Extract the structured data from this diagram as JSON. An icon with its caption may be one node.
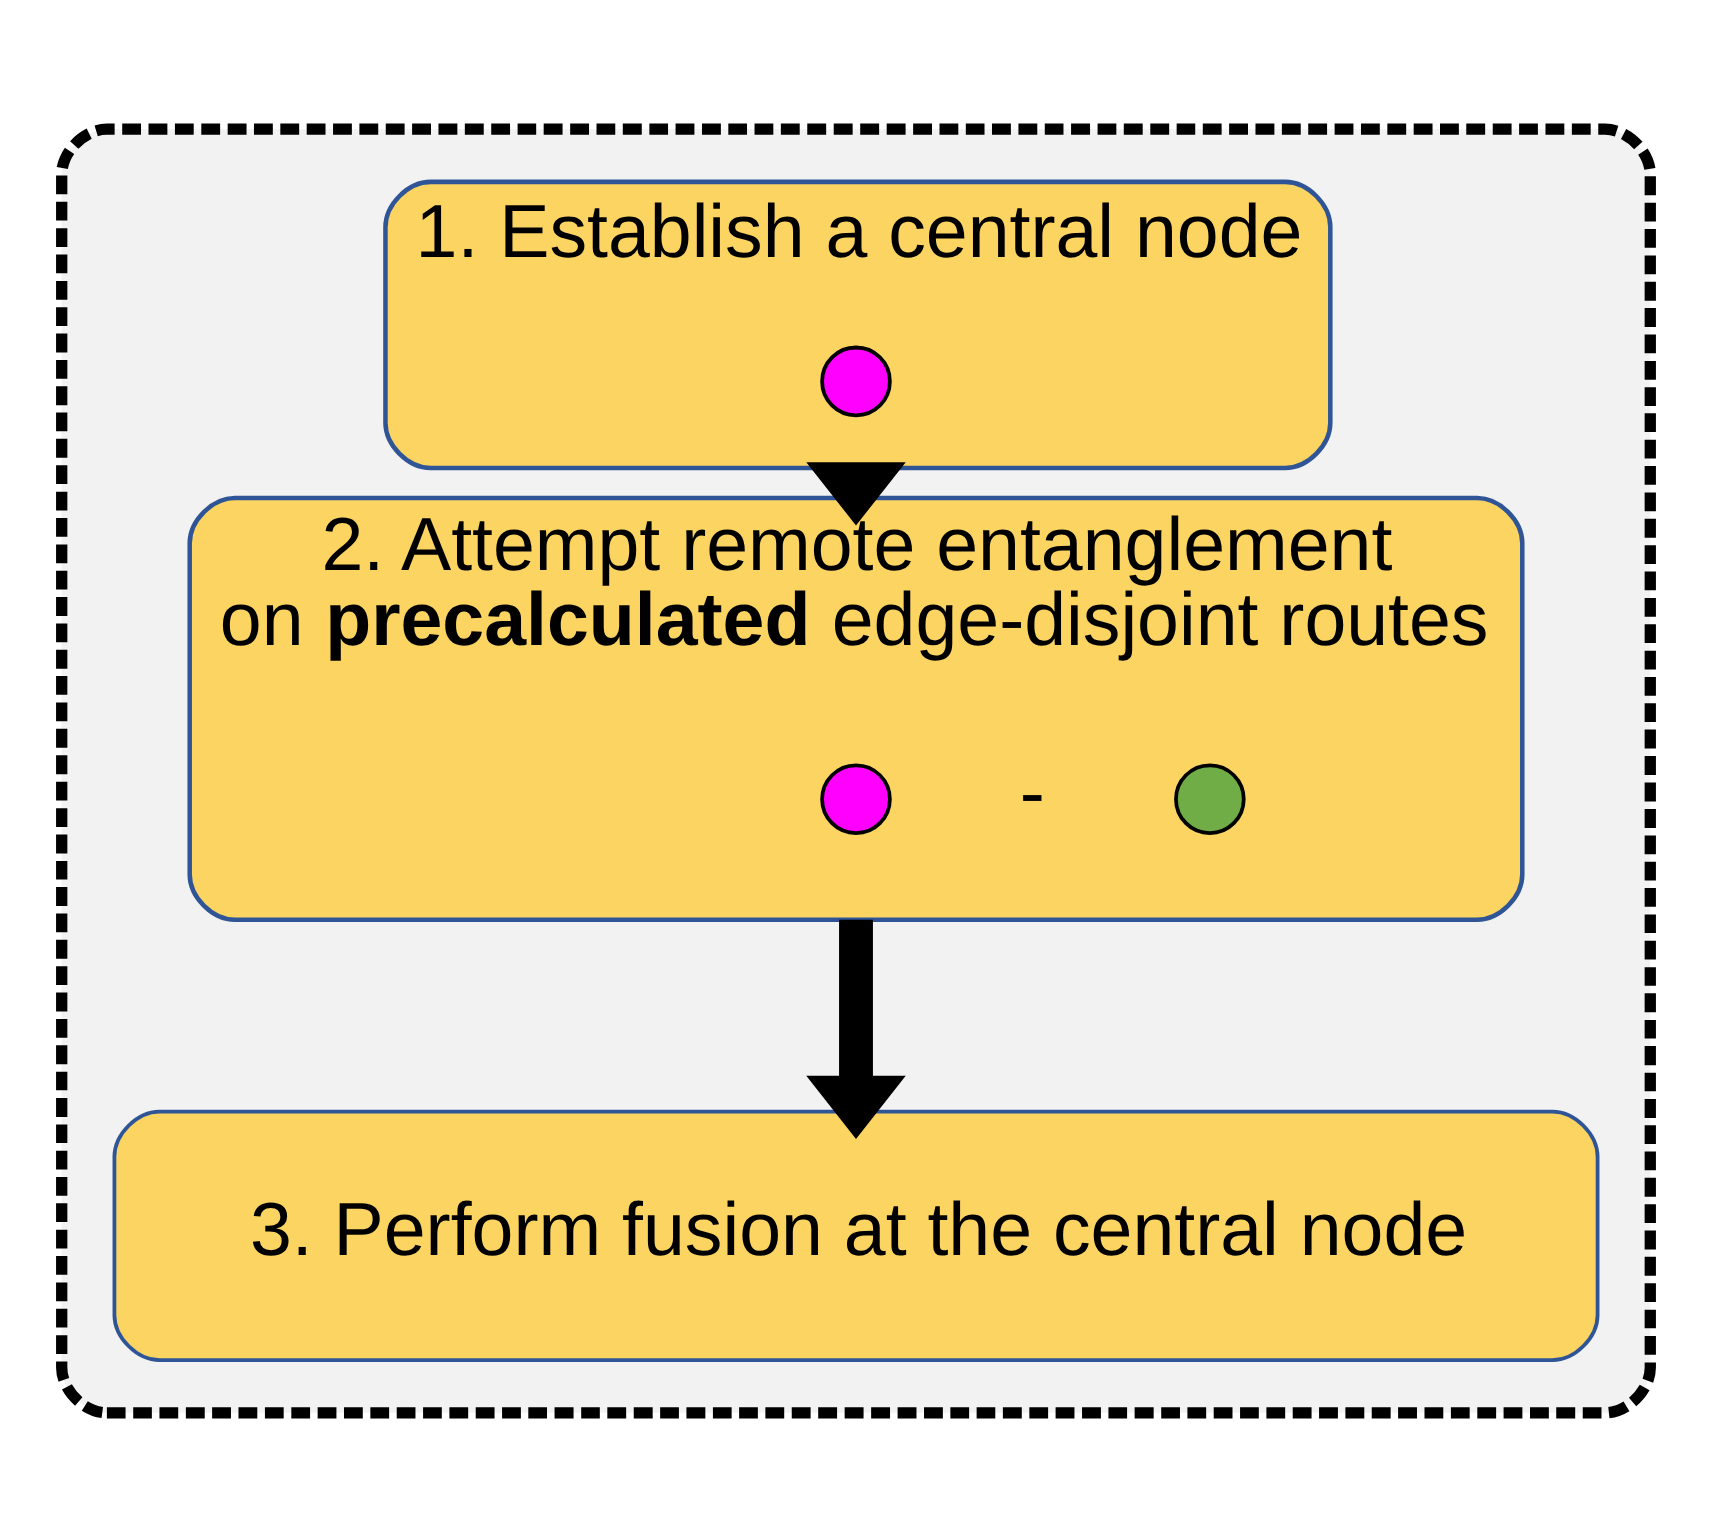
{
  "diagram": {
    "nodes": [
      {
        "text": [],
        "shape": "box"
      },
      {
        "text": [
          "1. Establish a central node"
        ],
        "in": 0
      },
      {
        "text": [],
        "shape": "circle",
        "in": 1
      },
      {
        "text": [
          "2. Attempt remote entanglement",
          "on **precalculated** edge-disjoint routes"
        ],
        "in": 0
      },
      {
        "text": [],
        "shape": "circle",
        "in": 3
      },
      {
        "text": [],
        "shape": "circle",
        "in": 3
      },
      {
        "text": [
          "3. Perform fusion at the central node"
        ],
        "in": 0
      }
    ],
    "edges": [
      {
        "from": 1,
        "to": 3,
        "arrow": "to"
      },
      {
        "from": 3,
        "to": 6,
        "arrow": "to"
      }
    ],
    "labels": [
      "-"
    ]
  }
}
